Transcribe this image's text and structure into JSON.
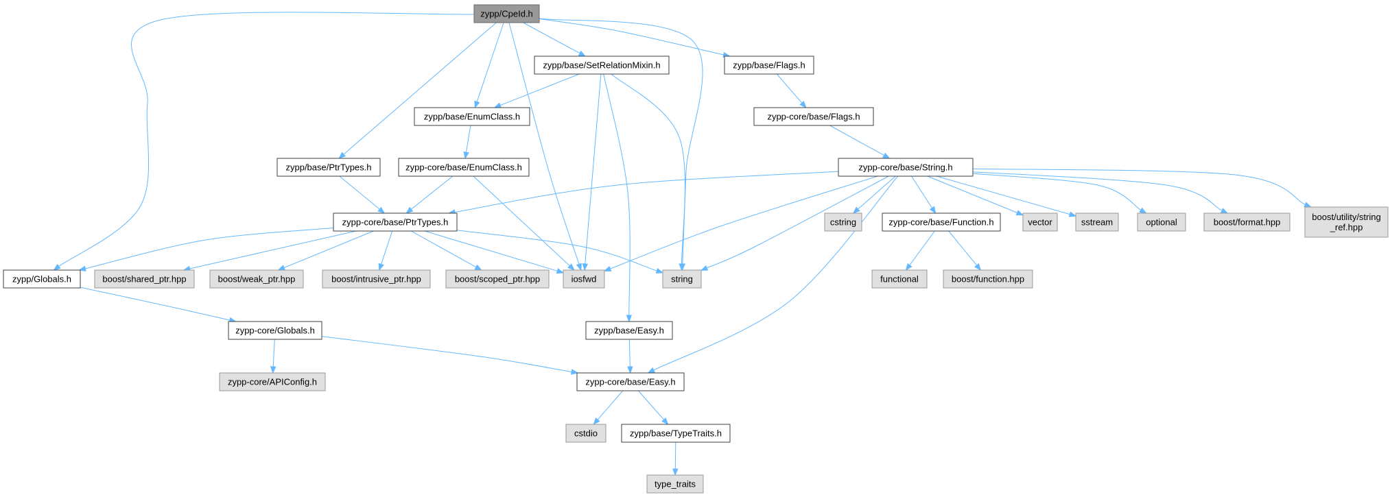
{
  "colors": {
    "edge": "#63b8ff",
    "local_fill": "#ffffff",
    "local_border": "#3f3f3f",
    "system_fill": "#e0e0e0",
    "system_border": "#999999",
    "focus_fill": "#999999"
  },
  "nodes": [
    {
      "id": "cpeid",
      "label": "zypp/CpeId.h",
      "kind": "focus"
    },
    {
      "id": "setrel",
      "label": "zypp/base/SetRelationMixin.h",
      "kind": "local"
    },
    {
      "id": "flags",
      "label": "zypp/base/Flags.h",
      "kind": "local"
    },
    {
      "id": "enumclass",
      "label": "zypp/base/EnumClass.h",
      "kind": "local"
    },
    {
      "id": "coreflags",
      "label": "zypp-core/base/Flags.h",
      "kind": "local"
    },
    {
      "id": "ptrtypes",
      "label": "zypp/base/PtrTypes.h",
      "kind": "local"
    },
    {
      "id": "coreenum",
      "label": "zypp-core/base/EnumClass.h",
      "kind": "local"
    },
    {
      "id": "corestring",
      "label": "zypp-core/base/String.h",
      "kind": "local"
    },
    {
      "id": "coreptr",
      "label": "zypp-core/base/PtrTypes.h",
      "kind": "local"
    },
    {
      "id": "cstring",
      "label": "cstring",
      "kind": "system"
    },
    {
      "id": "corefunc",
      "label": "zypp-core/base/Function.h",
      "kind": "local"
    },
    {
      "id": "vector",
      "label": "vector",
      "kind": "system"
    },
    {
      "id": "sstream",
      "label": "sstream",
      "kind": "system"
    },
    {
      "id": "optional",
      "label": "optional",
      "kind": "system"
    },
    {
      "id": "bformat",
      "label": "boost/format.hpp",
      "kind": "system"
    },
    {
      "id": "bstrref",
      "label": "boost/utility/string\n_ref.hpp",
      "kind": "system"
    },
    {
      "id": "globals",
      "label": "zypp/Globals.h",
      "kind": "local"
    },
    {
      "id": "bshared",
      "label": "boost/shared_ptr.hpp",
      "kind": "system"
    },
    {
      "id": "bweak",
      "label": "boost/weak_ptr.hpp",
      "kind": "system"
    },
    {
      "id": "bintr",
      "label": "boost/intrusive_ptr.hpp",
      "kind": "system"
    },
    {
      "id": "bscoped",
      "label": "boost/scoped_ptr.hpp",
      "kind": "system"
    },
    {
      "id": "iosfwd",
      "label": "iosfwd",
      "kind": "system"
    },
    {
      "id": "string",
      "label": "string",
      "kind": "system"
    },
    {
      "id": "functional",
      "label": "functional",
      "kind": "system"
    },
    {
      "id": "bfunction",
      "label": "boost/function.hpp",
      "kind": "system"
    },
    {
      "id": "coreglobals",
      "label": "zypp-core/Globals.h",
      "kind": "local"
    },
    {
      "id": "easy",
      "label": "zypp/base/Easy.h",
      "kind": "local"
    },
    {
      "id": "apiconfig",
      "label": "zypp-core/APIConfig.h",
      "kind": "system"
    },
    {
      "id": "coreeasy",
      "label": "zypp-core/base/Easy.h",
      "kind": "local"
    },
    {
      "id": "cstdio",
      "label": "cstdio",
      "kind": "system"
    },
    {
      "id": "typetraits",
      "label": "zypp/base/TypeTraits.h",
      "kind": "local"
    },
    {
      "id": "type_traits",
      "label": "type_traits",
      "kind": "system"
    }
  ],
  "edges": [
    [
      "cpeid",
      "globals"
    ],
    [
      "cpeid",
      "ptrtypes"
    ],
    [
      "cpeid",
      "enumclass"
    ],
    [
      "cpeid",
      "iosfwd"
    ],
    [
      "cpeid",
      "setrel"
    ],
    [
      "cpeid",
      "string"
    ],
    [
      "cpeid",
      "flags"
    ],
    [
      "setrel",
      "enumclass"
    ],
    [
      "setrel",
      "iosfwd"
    ],
    [
      "setrel",
      "easy"
    ],
    [
      "setrel",
      "string"
    ],
    [
      "flags",
      "coreflags"
    ],
    [
      "coreflags",
      "corestring"
    ],
    [
      "enumclass",
      "coreenum"
    ],
    [
      "coreenum",
      "coreptr"
    ],
    [
      "coreenum",
      "iosfwd"
    ],
    [
      "ptrtypes",
      "coreptr"
    ],
    [
      "corestring",
      "coreptr"
    ],
    [
      "corestring",
      "iosfwd"
    ],
    [
      "corestring",
      "string"
    ],
    [
      "corestring",
      "cstring"
    ],
    [
      "corestring",
      "corefunc"
    ],
    [
      "corestring",
      "vector"
    ],
    [
      "corestring",
      "sstream"
    ],
    [
      "corestring",
      "optional"
    ],
    [
      "corestring",
      "bformat"
    ],
    [
      "corestring",
      "bstrref"
    ],
    [
      "corestring",
      "coreeasy"
    ],
    [
      "coreptr",
      "globals"
    ],
    [
      "coreptr",
      "bshared"
    ],
    [
      "coreptr",
      "bweak"
    ],
    [
      "coreptr",
      "bintr"
    ],
    [
      "coreptr",
      "bscoped"
    ],
    [
      "coreptr",
      "iosfwd"
    ],
    [
      "coreptr",
      "string"
    ],
    [
      "corefunc",
      "functional"
    ],
    [
      "corefunc",
      "bfunction"
    ],
    [
      "globals",
      "coreglobals"
    ],
    [
      "coreglobals",
      "apiconfig"
    ],
    [
      "coreglobals",
      "coreeasy"
    ],
    [
      "easy",
      "coreeasy"
    ],
    [
      "coreeasy",
      "cstdio"
    ],
    [
      "coreeasy",
      "typetraits"
    ],
    [
      "typetraits",
      "type_traits"
    ]
  ]
}
